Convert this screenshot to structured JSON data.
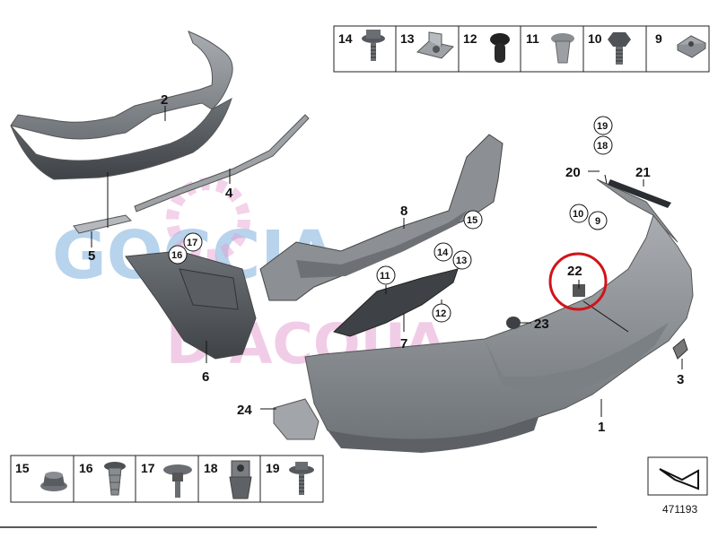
{
  "diagram": {
    "callouts": {
      "c1": "1",
      "c2": "2",
      "c3": "3",
      "c4": "4",
      "c5": "5",
      "c6": "6",
      "c7": "7",
      "c8": "8",
      "c9": "9",
      "c10": "10",
      "c11": "11",
      "c12": "12",
      "c13": "13",
      "c14": "14",
      "c15": "15",
      "c16": "16",
      "c17": "17",
      "c18": "18",
      "c19": "19",
      "c20": "20",
      "c21": "21",
      "c22": "22",
      "c23": "23",
      "c24": "24"
    },
    "highlight_color": "#d0141a",
    "reference_number": "471193"
  },
  "top_legend": {
    "items": [
      {
        "num": "14",
        "icon": "flange-bolt-icon"
      },
      {
        "num": "13",
        "icon": "sheet-metal-nut-icon"
      },
      {
        "num": "12",
        "icon": "expanding-rivet-icon"
      },
      {
        "num": "11",
        "icon": "plug-rivet-icon"
      },
      {
        "num": "10",
        "icon": "hex-bolt-icon"
      },
      {
        "num": "9",
        "icon": "clip-nut-icon"
      }
    ]
  },
  "bottom_legend": {
    "items": [
      {
        "num": "15",
        "icon": "collar-nut-icon"
      },
      {
        "num": "16",
        "icon": "expanding-nut-icon"
      },
      {
        "num": "17",
        "icon": "washer-screw-icon"
      },
      {
        "num": "18",
        "icon": "clip-nut-icon"
      },
      {
        "num": "19",
        "icon": "flange-screw-icon"
      }
    ]
  },
  "watermark": {
    "line1": "GOCCIA",
    "line2": "D'ACQUA",
    "color1": "#7fb0de",
    "color2": "#e59bd0"
  }
}
